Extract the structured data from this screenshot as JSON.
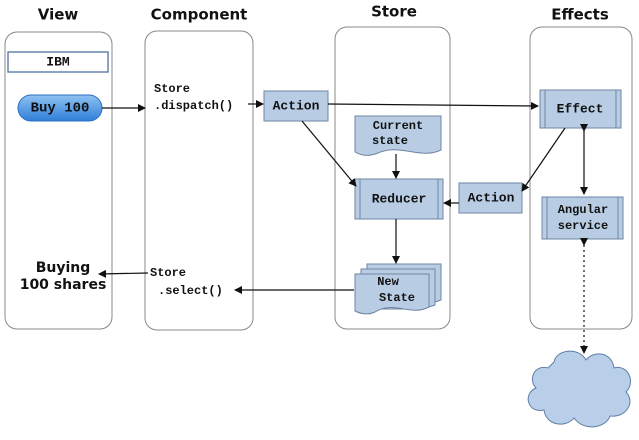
{
  "columns": {
    "view": "View",
    "component": "Component",
    "store": "Store",
    "effects": "Effects"
  },
  "view": {
    "ticker": "IBM",
    "buy_button": "Buy 100",
    "result_line1": "Buying",
    "result_line2": "100 shares"
  },
  "component": {
    "dispatch_line1": "Store",
    "dispatch_line2": ".dispatch()",
    "select_line1": "Store",
    "select_line2": ".select()"
  },
  "store": {
    "action": "Action",
    "current_state_line1": "Current",
    "current_state_line2": "state",
    "reducer": "Reducer",
    "new_state_line1": "New",
    "new_state_line2": "State"
  },
  "effects": {
    "effect": "Effect",
    "action": "Action",
    "angular_service_line1": "Angular",
    "angular_service_line2": "service"
  },
  "colors": {
    "node_fill": "#b8cde4",
    "button_blue": "#4a90e2",
    "cloud_fill": "#b9cfe9"
  }
}
